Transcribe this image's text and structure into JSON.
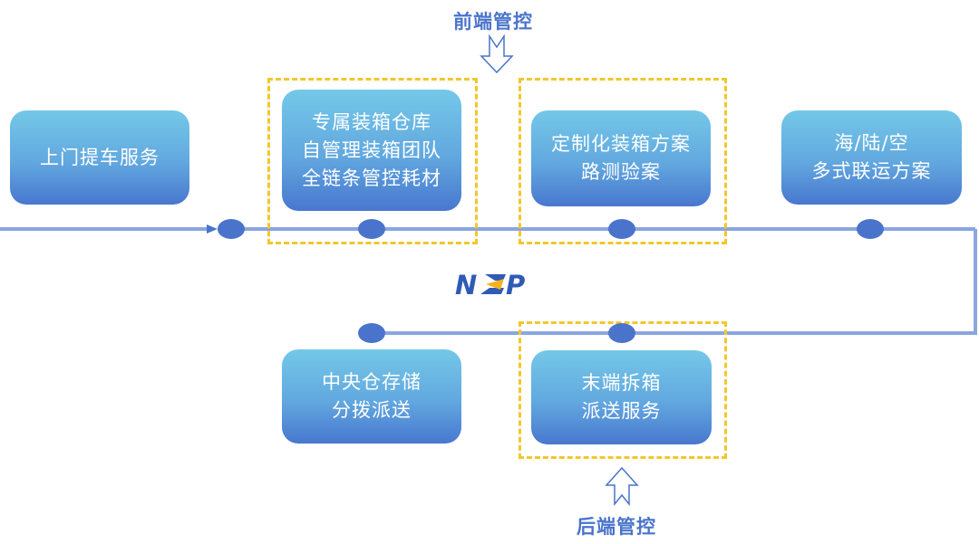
{
  "front_control": {
    "label": "前端管控",
    "arrow": "down-arrow-icon"
  },
  "back_control": {
    "label": "后端管控",
    "arrow": "up-arrow-icon"
  },
  "logo": {
    "text": "NCP"
  },
  "steps": [
    {
      "lines": [
        "上门提车服务"
      ]
    },
    {
      "lines": [
        "专属装箱仓库",
        "自管理装箱团队",
        "全链条管控耗材"
      ]
    },
    {
      "lines": [
        "定制化装箱方案",
        "路测验案"
      ]
    },
    {
      "lines": [
        "海/陆/空",
        "多式联运方案"
      ]
    },
    {
      "lines": [
        "末端拆箱",
        "派送服务"
      ]
    },
    {
      "lines": [
        "中央仓存储",
        "分拨派送"
      ]
    }
  ],
  "colors": {
    "accent": "#4a74cc",
    "dash": "#f2c72c",
    "box_top": "#74c8e8",
    "box_bottom": "#4877cf"
  }
}
